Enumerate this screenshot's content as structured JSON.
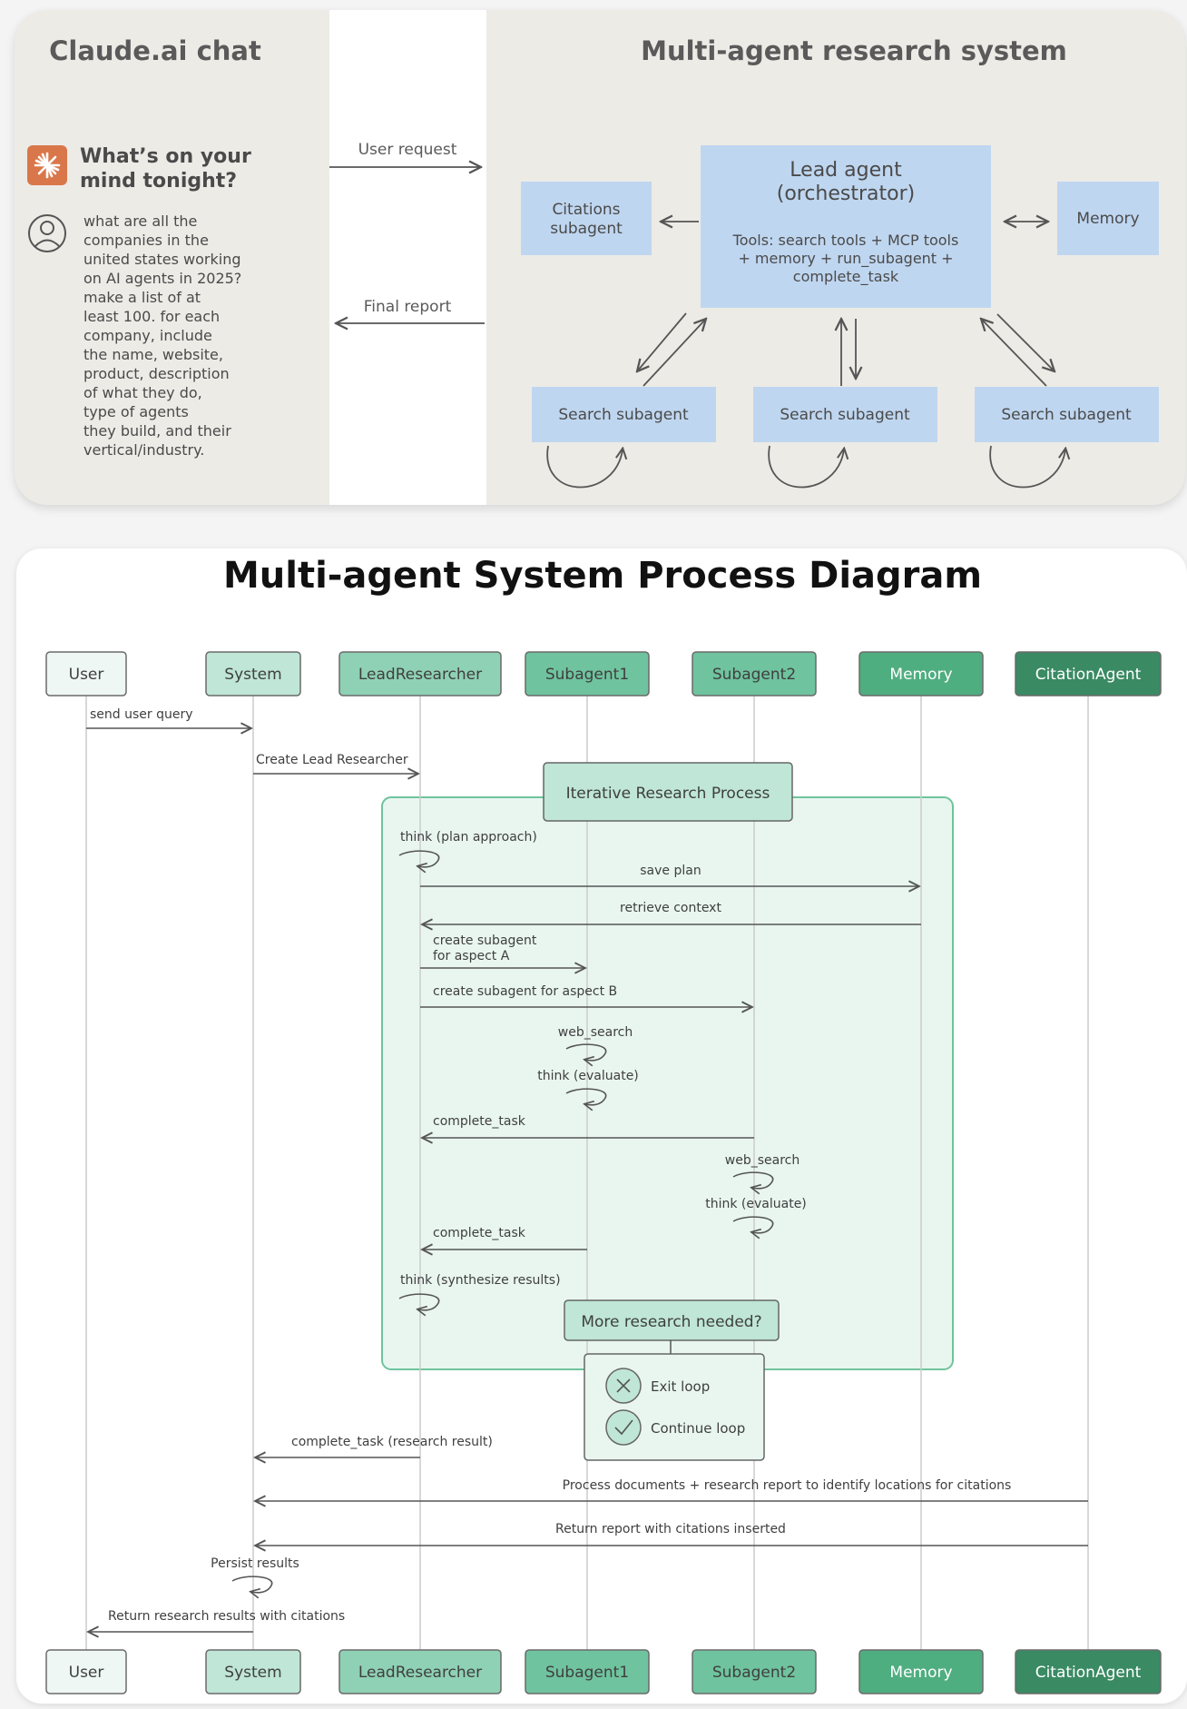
{
  "top": {
    "left_title": "Claude.ai chat",
    "right_title": "Multi-agent research system",
    "prompt_heading": [
      "What’s on your",
      "mind tonight?"
    ],
    "user_message_lines": [
      "what are all the",
      "companies in the",
      "united states working",
      "on AI agents in 2025?",
      "make a list of at",
      "least 100. for each",
      "company, include",
      "the name, website,",
      "product, description",
      "of what they do,",
      "type of agents",
      "they build, and their",
      "vertical/industry."
    ],
    "user_request_label": "User request",
    "final_report_label": "Final report",
    "lead_agent_title": [
      "Lead agent",
      "(orchestrator)"
    ],
    "lead_agent_tools": [
      "Tools: search tools + MCP tools",
      "+ memory + run_subagent +",
      "complete_task"
    ],
    "citations_label": [
      "Citations",
      "subagent"
    ],
    "memory_label": "Memory",
    "search_subagent_label": "Search subagent",
    "colors": {
      "card_bg": "#edebe6",
      "box_blue": "#bfd6f0",
      "accent_orange": "#d9774a"
    }
  },
  "diagram": {
    "title": "Multi-agent System Process Diagram",
    "participants": [
      {
        "label": "User",
        "fill": "#eef7f4",
        "text_color": "#3f3f3f"
      },
      {
        "label": "System",
        "fill": "#bfe6d6",
        "text_color": "#3f3f3f"
      },
      {
        "label": "LeadResearcher",
        "fill": "#8fd1b4",
        "text_color": "#3f3f3f"
      },
      {
        "label": "Subagent1",
        "fill": "#6fc39e",
        "text_color": "#3f3f3f"
      },
      {
        "label": "Subagent2",
        "fill": "#6fc39e",
        "text_color": "#3f3f3f"
      },
      {
        "label": "Memory",
        "fill": "#4fae80",
        "text_color": "#ffffff"
      },
      {
        "label": "CitationAgent",
        "fill": "#3a8a63",
        "text_color": "#ffffff"
      }
    ],
    "messages": [
      {
        "label": "send user query",
        "from": 0,
        "to": 1
      },
      {
        "label": "Create Lead Researcher",
        "from": 1,
        "to": 2
      },
      {
        "label": "save plan",
        "from": 2,
        "to": 5
      },
      {
        "label": "retrieve context",
        "from": 5,
        "to": 2
      },
      {
        "label": "create subagent\nfor aspect A",
        "from": 2,
        "to": 3
      },
      {
        "label": "create subagent for aspect B",
        "from": 2,
        "to": 4
      },
      {
        "label": "complete_task",
        "from": 4,
        "to": 2
      },
      {
        "label": "complete_task",
        "from": 3,
        "to": 2
      },
      {
        "label": "complete_task (research result)",
        "from": 2,
        "to": 1
      },
      {
        "label": "Process documents + research report to identify locations for citations",
        "from": 6,
        "to": 1
      },
      {
        "label": "Return report with citations inserted",
        "from": 6,
        "to": 1
      },
      {
        "label": "Return research results with citations",
        "from": 1,
        "to": 0
      }
    ],
    "self_calls": [
      {
        "label": "think (plan approach)",
        "on": 2
      },
      {
        "label": "web_search",
        "on": 3
      },
      {
        "label": "think (evaluate)",
        "on": 3
      },
      {
        "label": "web_search",
        "on": 4
      },
      {
        "label": "think (evaluate)",
        "on": 4
      },
      {
        "label": "think (synthesize results)",
        "on": 2
      },
      {
        "label": "Persist results",
        "on": 1
      }
    ],
    "loop_label": "Iterative Research Process",
    "decision_label": "More research needed?",
    "exit_label": "Exit loop",
    "continue_label": "Continue loop",
    "colors": {
      "loop_fill": "#e9f6f0",
      "loop_border": "#6fc39e",
      "line": "#555555",
      "lifeline": "#cccccc"
    }
  }
}
